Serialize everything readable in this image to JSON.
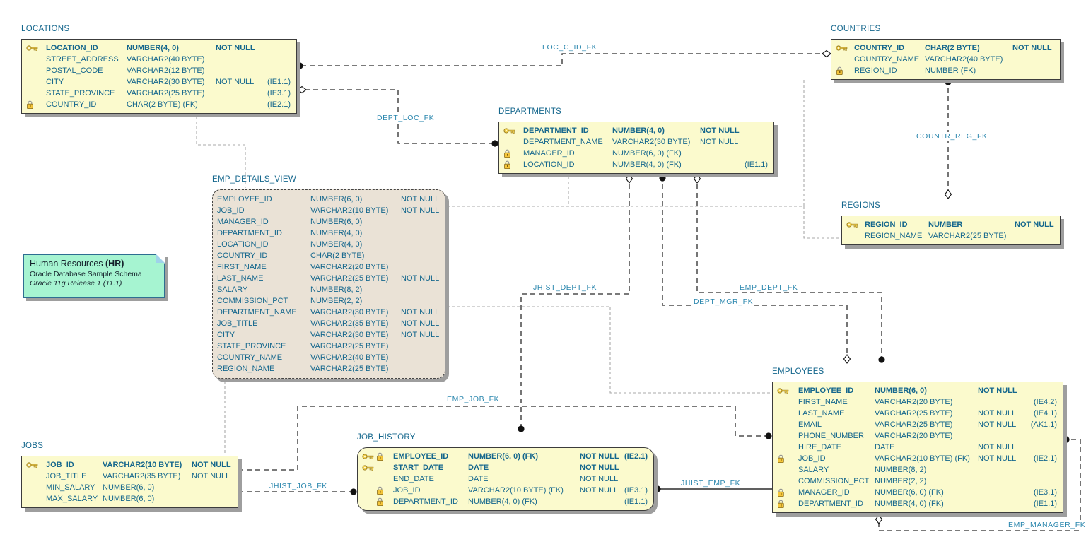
{
  "diagram": {
    "kind": "oracle-sql-developer-data-modeler-er-diagram",
    "colors": {
      "entity_fill": "#fbfacd",
      "view_fill": "#eae2d6",
      "note_fill": "#a6f4d1",
      "entity_text": "#15678d",
      "fk_label_text": "#2b87ae",
      "shadow": "#9e9e9e"
    }
  },
  "note": {
    "title": "Human Resources",
    "title_bold": "(HR)",
    "line2": "Oracle Database Sample Schema",
    "line3": "Oracle 11g Release 1 (11.1)"
  },
  "tables": [
    {
      "title": "LOCATIONS",
      "rows": [
        {
          "k": "key",
          "name": "LOCATION_ID",
          "type": "NUMBER(4, 0)",
          "null": "NOT NULL",
          "idx": "",
          "bold": true
        },
        {
          "k": "",
          "name": "STREET_ADDRESS",
          "type": "VARCHAR2(40 BYTE)",
          "null": "",
          "idx": ""
        },
        {
          "k": "",
          "name": "POSTAL_CODE",
          "type": "VARCHAR2(12 BYTE)",
          "null": "",
          "idx": ""
        },
        {
          "k": "",
          "name": "CITY",
          "type": "VARCHAR2(30 BYTE)",
          "null": "NOT NULL",
          "idx": "(IE1.1)"
        },
        {
          "k": "",
          "name": "STATE_PROVINCE",
          "type": "VARCHAR2(25 BYTE)",
          "null": "",
          "idx": "(IE3.1)"
        },
        {
          "k": "lock",
          "name": "COUNTRY_ID",
          "type": "CHAR(2 BYTE) (FK)",
          "null": "",
          "idx": "(IE2.1)"
        }
      ]
    },
    {
      "title": "COUNTRIES",
      "rows": [
        {
          "k": "key",
          "name": "COUNTRY_ID",
          "type": "CHAR(2 BYTE)",
          "null": "NOT NULL",
          "idx": "",
          "bold": true
        },
        {
          "k": "",
          "name": "COUNTRY_NAME",
          "type": "VARCHAR2(40 BYTE)",
          "null": "",
          "idx": ""
        },
        {
          "k": "lock",
          "name": "REGION_ID",
          "type": "NUMBER (FK)",
          "null": "",
          "idx": ""
        }
      ]
    },
    {
      "title": "DEPARTMENTS",
      "rows": [
        {
          "k": "key",
          "name": "DEPARTMENT_ID",
          "type": "NUMBER(4, 0)",
          "null": "NOT NULL",
          "idx": "",
          "bold": true
        },
        {
          "k": "",
          "name": "DEPARTMENT_NAME",
          "type": "VARCHAR2(30 BYTE)",
          "null": "NOT NULL",
          "idx": ""
        },
        {
          "k": "lock",
          "name": "MANAGER_ID",
          "type": "NUMBER(6, 0) (FK)",
          "null": "",
          "idx": ""
        },
        {
          "k": "lock",
          "name": "LOCATION_ID",
          "type": "NUMBER(4, 0) (FK)",
          "null": "",
          "idx": "(IE1.1)"
        }
      ]
    },
    {
      "title": "EMP_DETAILS_VIEW",
      "view": true,
      "rows": [
        {
          "k": "",
          "name": "EMPLOYEE_ID",
          "type": "NUMBER(6, 0)",
          "null": "NOT NULL",
          "idx": ""
        },
        {
          "k": "",
          "name": "JOB_ID",
          "type": "VARCHAR2(10 BYTE)",
          "null": "NOT NULL",
          "idx": ""
        },
        {
          "k": "",
          "name": "MANAGER_ID",
          "type": "NUMBER(6, 0)",
          "null": "",
          "idx": ""
        },
        {
          "k": "",
          "name": "DEPARTMENT_ID",
          "type": "NUMBER(4, 0)",
          "null": "",
          "idx": ""
        },
        {
          "k": "",
          "name": "LOCATION_ID",
          "type": "NUMBER(4, 0)",
          "null": "",
          "idx": ""
        },
        {
          "k": "",
          "name": "COUNTRY_ID",
          "type": "CHAR(2 BYTE)",
          "null": "",
          "idx": ""
        },
        {
          "k": "",
          "name": "FIRST_NAME",
          "type": "VARCHAR2(20 BYTE)",
          "null": "",
          "idx": ""
        },
        {
          "k": "",
          "name": "LAST_NAME",
          "type": "VARCHAR2(25 BYTE)",
          "null": "NOT NULL",
          "idx": ""
        },
        {
          "k": "",
          "name": "SALARY",
          "type": "NUMBER(8, 2)",
          "null": "",
          "idx": ""
        },
        {
          "k": "",
          "name": "COMMISSION_PCT",
          "type": "NUMBER(2, 2)",
          "null": "",
          "idx": ""
        },
        {
          "k": "",
          "name": "DEPARTMENT_NAME",
          "type": "VARCHAR2(30 BYTE)",
          "null": "NOT NULL",
          "idx": ""
        },
        {
          "k": "",
          "name": "JOB_TITLE",
          "type": "VARCHAR2(35 BYTE)",
          "null": "NOT NULL",
          "idx": ""
        },
        {
          "k": "",
          "name": "CITY",
          "type": "VARCHAR2(30 BYTE)",
          "null": "NOT NULL",
          "idx": ""
        },
        {
          "k": "",
          "name": "STATE_PROVINCE",
          "type": "VARCHAR2(25 BYTE)",
          "null": "",
          "idx": ""
        },
        {
          "k": "",
          "name": "COUNTRY_NAME",
          "type": "VARCHAR2(40 BYTE)",
          "null": "",
          "idx": ""
        },
        {
          "k": "",
          "name": "REGION_NAME",
          "type": "VARCHAR2(25 BYTE)",
          "null": "",
          "idx": ""
        }
      ]
    },
    {
      "title": "REGIONS",
      "rows": [
        {
          "k": "key",
          "name": "REGION_ID",
          "type": "NUMBER",
          "null": "NOT NULL",
          "idx": "",
          "bold": true
        },
        {
          "k": "",
          "name": "REGION_NAME",
          "type": "VARCHAR2(25 BYTE)",
          "null": "",
          "idx": ""
        }
      ]
    },
    {
      "title": "JOBS",
      "rows": [
        {
          "k": "key",
          "name": "JOB_ID",
          "type": "VARCHAR2(10 BYTE)",
          "null": "NOT NULL",
          "idx": "",
          "bold": true
        },
        {
          "k": "",
          "name": "JOB_TITLE",
          "type": "VARCHAR2(35 BYTE)",
          "null": "NOT NULL",
          "idx": ""
        },
        {
          "k": "",
          "name": "MIN_SALARY",
          "type": "NUMBER(6, 0)",
          "null": "",
          "idx": ""
        },
        {
          "k": "",
          "name": "MAX_SALARY",
          "type": "NUMBER(6, 0)",
          "null": "",
          "idx": ""
        }
      ]
    },
    {
      "title": "JOB_HISTORY",
      "rounded": true,
      "rows": [
        {
          "k": "key lock",
          "name": "EMPLOYEE_ID",
          "type": "NUMBER(6, 0) (FK)",
          "null": "NOT NULL",
          "idx": "(IE2.1)",
          "bold": true
        },
        {
          "k": "key",
          "name": "START_DATE",
          "type": "DATE",
          "null": "NOT NULL",
          "idx": "",
          "bold": true
        },
        {
          "k": "",
          "name": "END_DATE",
          "type": "DATE",
          "null": "NOT NULL",
          "idx": ""
        },
        {
          "k": "lock",
          "name": "JOB_ID",
          "type": "VARCHAR2(10 BYTE) (FK)",
          "null": "NOT NULL",
          "idx": "(IE3.1)"
        },
        {
          "k": "lock",
          "name": "DEPARTMENT_ID",
          "type": "NUMBER(4, 0) (FK)",
          "null": "",
          "idx": "(IE1.1)"
        }
      ]
    },
    {
      "title": "EMPLOYEES",
      "rows": [
        {
          "k": "key",
          "name": "EMPLOYEE_ID",
          "type": "NUMBER(6, 0)",
          "null": "NOT NULL",
          "idx": "",
          "bold": true
        },
        {
          "k": "",
          "name": "FIRST_NAME",
          "type": "VARCHAR2(20 BYTE)",
          "null": "",
          "idx": "(IE4.2)"
        },
        {
          "k": "",
          "name": "LAST_NAME",
          "type": "VARCHAR2(25 BYTE)",
          "null": "NOT NULL",
          "idx": "(IE4.1)"
        },
        {
          "k": "",
          "name": "EMAIL",
          "type": "VARCHAR2(25 BYTE)",
          "null": "NOT NULL",
          "idx": "(AK1.1)"
        },
        {
          "k": "",
          "name": "PHONE_NUMBER",
          "type": "VARCHAR2(20 BYTE)",
          "null": "",
          "idx": ""
        },
        {
          "k": "",
          "name": "HIRE_DATE",
          "type": "DATE",
          "null": "NOT NULL",
          "idx": ""
        },
        {
          "k": "lock",
          "name": "JOB_ID",
          "type": "VARCHAR2(10 BYTE) (FK)",
          "null": "NOT NULL",
          "idx": "(IE2.1)"
        },
        {
          "k": "",
          "name": "SALARY",
          "type": "NUMBER(8, 2)",
          "null": "",
          "idx": ""
        },
        {
          "k": "",
          "name": "COMMISSION_PCT",
          "type": "NUMBER(2, 2)",
          "null": "",
          "idx": ""
        },
        {
          "k": "lock",
          "name": "MANAGER_ID",
          "type": "NUMBER(6, 0) (FK)",
          "null": "",
          "idx": "(IE3.1)"
        },
        {
          "k": "lock",
          "name": "DEPARTMENT_ID",
          "type": "NUMBER(4, 0) (FK)",
          "null": "",
          "idx": "(IE1.1)"
        }
      ]
    }
  ],
  "relationships": {
    "loc_c_id_fk": {
      "label": "LOC_C_ID_FK",
      "from": "LOCATIONS",
      "to": "COUNTRIES"
    },
    "dept_loc_fk": {
      "label": "DEPT_LOC_FK",
      "from": "DEPARTMENTS",
      "to": "LOCATIONS"
    },
    "countr_reg_fk": {
      "label": "COUNTR_REG_FK",
      "from": "COUNTRIES",
      "to": "REGIONS"
    },
    "jhist_dept_fk": {
      "label": "JHIST_DEPT_FK",
      "from": "JOB_HISTORY",
      "to": "DEPARTMENTS"
    },
    "emp_dept_fk": {
      "label": "EMP_DEPT_FK",
      "from": "EMPLOYEES",
      "to": "DEPARTMENTS"
    },
    "dept_mgr_fk": {
      "label": "DEPT_MGR_FK",
      "from": "DEPARTMENTS",
      "to": "EMPLOYEES"
    },
    "emp_job_fk": {
      "label": "EMP_JOB_FK",
      "from": "EMPLOYEES",
      "to": "JOBS"
    },
    "jhist_job_fk": {
      "label": "JHIST_JOB_FK",
      "from": "JOB_HISTORY",
      "to": "JOBS"
    },
    "jhist_emp_fk": {
      "label": "JHIST_EMP_FK",
      "from": "JOB_HISTORY",
      "to": "EMPLOYEES"
    },
    "emp_manager_fk": {
      "label": "EMP_MANAGER_FK",
      "from": "EMPLOYEES",
      "to": "EMPLOYEES"
    }
  }
}
